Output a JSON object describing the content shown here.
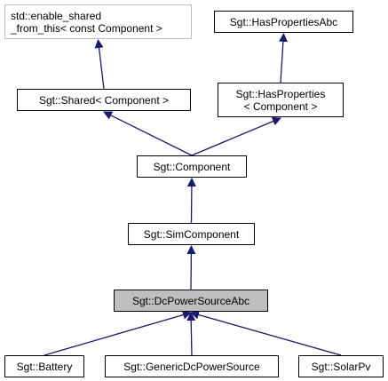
{
  "diagram": {
    "arrow_color": "#191970",
    "nodes": {
      "enable_shared": {
        "lines": [
          "std::enable_shared",
          "_from_this< const Component >"
        ],
        "kind": "external"
      },
      "has_properties_abc": {
        "lines": [
          "Sgt::HasPropertiesAbc"
        ],
        "kind": "class"
      },
      "shared": {
        "lines": [
          "Sgt::Shared< Component >"
        ],
        "kind": "class"
      },
      "has_properties": {
        "lines": [
          "Sgt::HasProperties",
          "< Component >"
        ],
        "kind": "class"
      },
      "component": {
        "lines": [
          "Sgt::Component"
        ],
        "kind": "class"
      },
      "sim_component": {
        "lines": [
          "Sgt::SimComponent"
        ],
        "kind": "class"
      },
      "dc_power_source_abc": {
        "lines": [
          "Sgt::DcPowerSourceAbc"
        ],
        "kind": "current"
      },
      "battery": {
        "lines": [
          "Sgt::Battery"
        ],
        "kind": "class"
      },
      "generic_dc_power_source": {
        "lines": [
          "Sgt::GenericDcPowerSource"
        ],
        "kind": "class"
      },
      "solar_pv": {
        "lines": [
          "Sgt::SolarPv"
        ],
        "kind": "class"
      }
    },
    "edges": [
      {
        "from": "shared",
        "to": "enable_shared"
      },
      {
        "from": "has_properties",
        "to": "has_properties_abc"
      },
      {
        "from": "component",
        "to": "shared"
      },
      {
        "from": "component",
        "to": "has_properties"
      },
      {
        "from": "sim_component",
        "to": "component"
      },
      {
        "from": "dc_power_source_abc",
        "to": "sim_component"
      },
      {
        "from": "battery",
        "to": "dc_power_source_abc"
      },
      {
        "from": "generic_dc_power_source",
        "to": "dc_power_source_abc"
      },
      {
        "from": "solar_pv",
        "to": "dc_power_source_abc"
      }
    ]
  }
}
